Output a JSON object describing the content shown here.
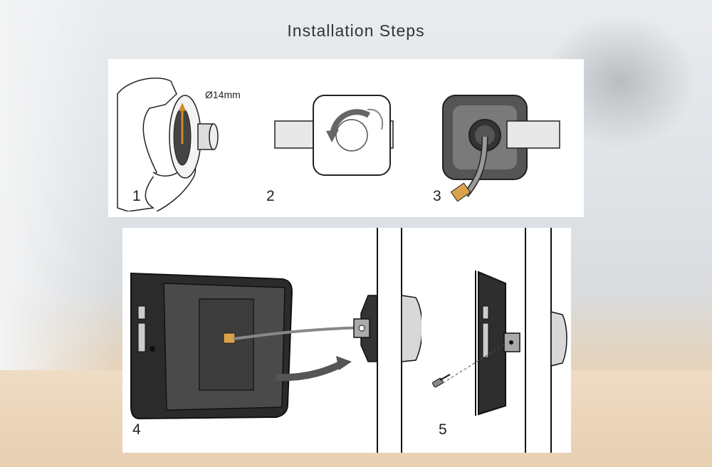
{
  "title": "Installation Steps",
  "steps": [
    {
      "number": "1",
      "label": "Ø14mm"
    },
    {
      "number": "2"
    },
    {
      "number": "3"
    },
    {
      "number": "4"
    },
    {
      "number": "5"
    }
  ]
}
